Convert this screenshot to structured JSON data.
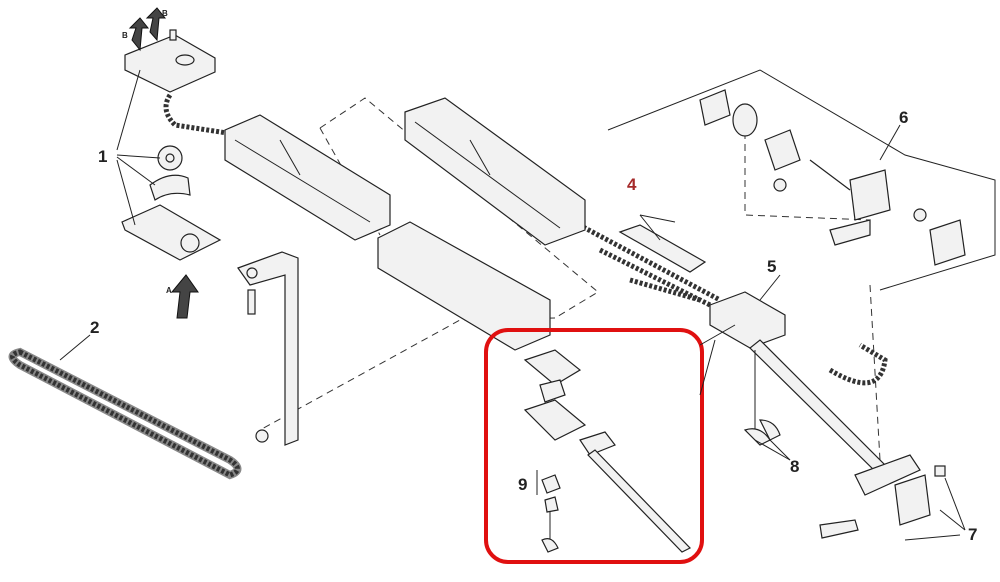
{
  "diagram": {
    "callouts": {
      "c1": "1",
      "c2": "2",
      "c4": "4",
      "c5": "5",
      "c6": "6",
      "c7": "7",
      "c8": "8",
      "c9": "9"
    },
    "arrow_labels": {
      "a": "A",
      "b1": "B",
      "b2": "B"
    },
    "colors": {
      "highlight": "#e01010",
      "callout_4": "#a52a2a",
      "ink": "#222222"
    }
  }
}
